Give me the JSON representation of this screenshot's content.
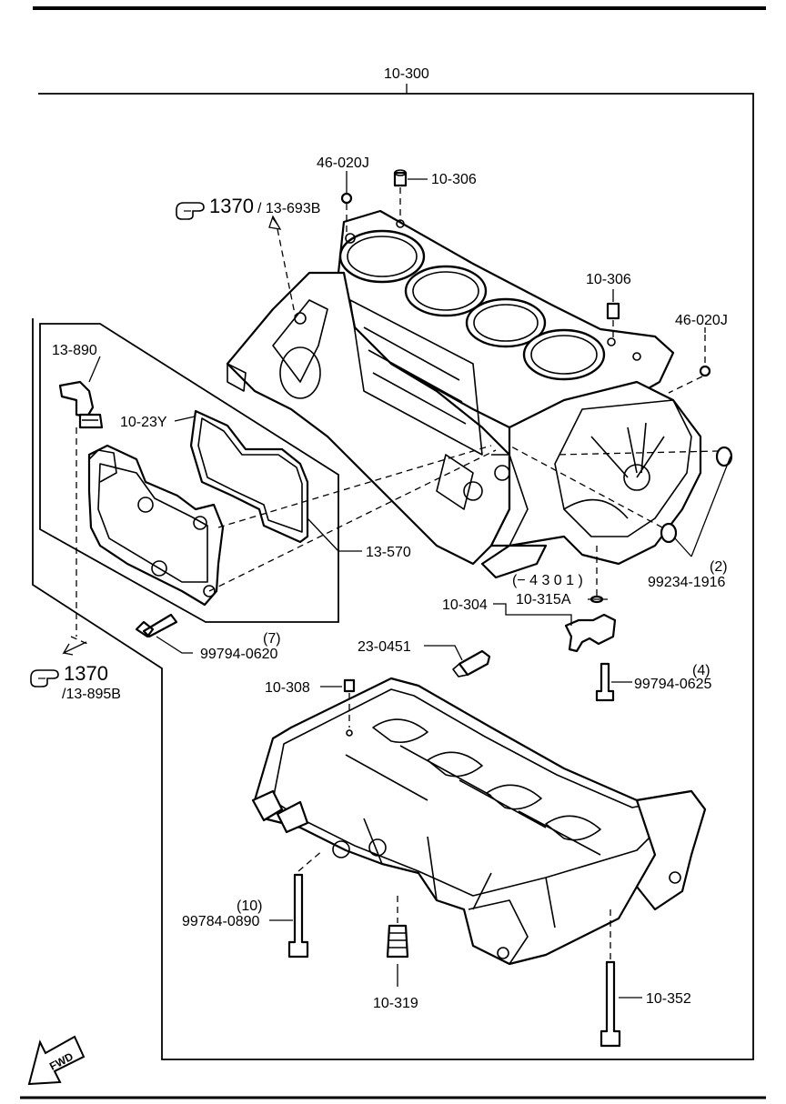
{
  "labels": {
    "assembly": "10-300",
    "bolt_46_top": "46-020J",
    "dowel_306_top": "10-306",
    "ref_1370_top": "1370",
    "ref_1370_top_sub": "/ 13-693B",
    "dowel_306_right": "10-306",
    "bolt_46_right": "46-020J",
    "pcv_valve": "13-890",
    "gasket": "10-23Y",
    "cover": "13-570",
    "seal_qty": "(2)",
    "seal": "99234-1916",
    "note_4301": "(− 4 3 0 1 )",
    "oring": "10-315A",
    "jet": "10-304",
    "bolt_cover_qty": "(7)",
    "bolt_cover": "99794-0620",
    "ref_1370_bottom": "1370",
    "ref_1370_bottom_sub": "/13-895B",
    "sensor": "23-0451",
    "bolt_jet_qty": "(4)",
    "bolt_jet": "99794-0625",
    "dowel_308": "10-308",
    "main_bolt_qty": "(10)",
    "main_bolt": "99784-0890",
    "plug": "10-319",
    "stud": "10-352",
    "fwd": "FWD"
  },
  "icons": {
    "pointing_hand": "pointing-hand-icon",
    "fwd_arrow": "fwd-arrow-icon"
  }
}
